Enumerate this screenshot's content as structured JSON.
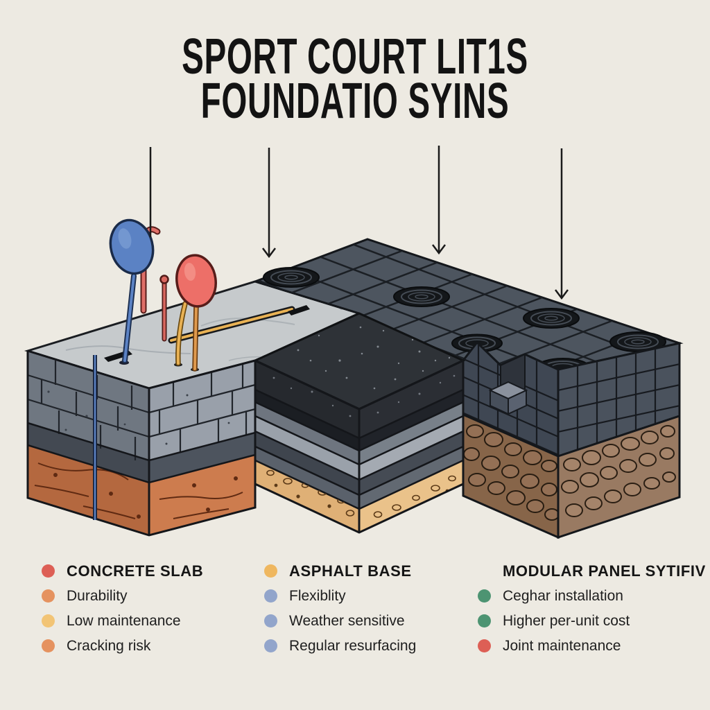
{
  "title": {
    "line1": "SPORT COURT LIT1S",
    "line2": "FOUNDATIO SYINS"
  },
  "colors": {
    "background": "#edeae2",
    "title_text": "#131313",
    "legend_text": "#1e1e1e",
    "dot_red": "#dd5f55",
    "dot_orange": "#e5925f",
    "dot_yellow": "#f2c475",
    "dot_amber": "#efb75f",
    "dot_blue": "#92a5cb",
    "dot_green": "#4d9472",
    "concrete_top": "#c6cacc",
    "concrete_bricks": "#6f7781",
    "soil_orange": "#b4683f",
    "asphalt_top": "#2e3237",
    "soil_sand": "#dfb076",
    "tile_top": "#4d555f",
    "soil_cobble": "#876549"
  },
  "diagram": {
    "sections": [
      {
        "name": "concrete-slab-section"
      },
      {
        "name": "asphalt-base-section"
      },
      {
        "name": "modular-panel-section"
      }
    ],
    "arrow_count": 4
  },
  "legend": {
    "columns": [
      {
        "header": {
          "label": "CONCRETE SLAB",
          "dot": "dot_red"
        },
        "items": [
          {
            "label": "Durability",
            "dot": "dot_orange"
          },
          {
            "label": "Low maintenance",
            "dot": "dot_yellow"
          },
          {
            "label": "Cracking risk",
            "dot": "dot_orange"
          }
        ]
      },
      {
        "header": {
          "label": "ASPHALT BASE",
          "dot": "dot_amber"
        },
        "items": [
          {
            "label": "Flexiblity",
            "dot": "dot_blue"
          },
          {
            "label": "Weather sensitive",
            "dot": "dot_blue"
          },
          {
            "label": "Regular resurfacing",
            "dot": "dot_blue"
          }
        ]
      },
      {
        "header": {
          "label": "MODULAR PANEL SYTIFIV",
          "dot": null
        },
        "items": [
          {
            "label": "Ceghar installation",
            "dot": "dot_green"
          },
          {
            "label": "Higher per-unit cost",
            "dot": "dot_green"
          },
          {
            "label": "Joint maintenance",
            "dot": "dot_red"
          }
        ]
      }
    ]
  }
}
